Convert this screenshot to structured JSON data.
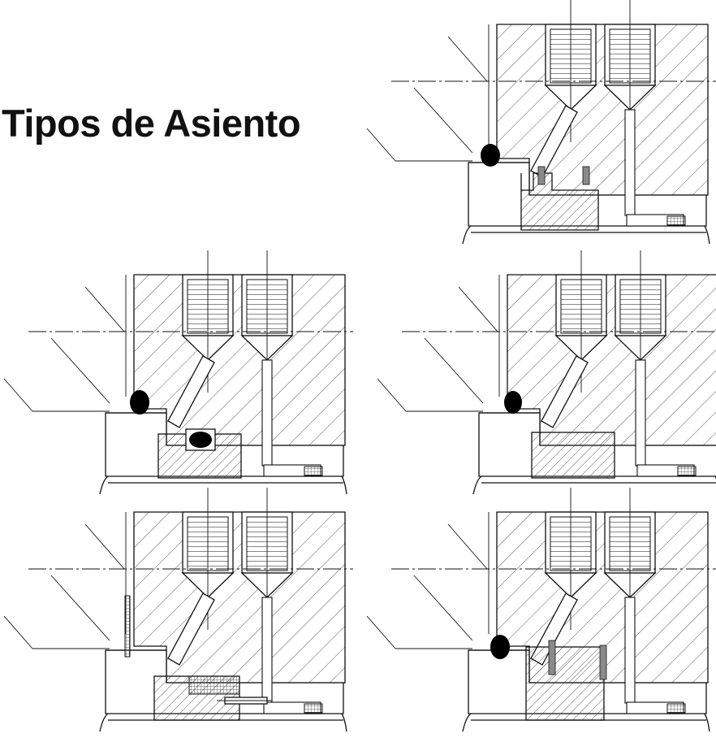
{
  "title": "Tipos de Asiento",
  "panels": [
    {
      "seat": "square-seat-with-groove-and-o-ring",
      "has_cup_ring": true
    },
    {
      "seat": "seat-with-o-ring-insert",
      "has_cup_ring": false
    },
    {
      "seat": "plain-square-seat",
      "has_cup_ring": false
    },
    {
      "seat": "seat-with-mesh-gasket-and-pin",
      "has_cup_ring": false
    },
    {
      "seat": "seat-with-grey-ring-sleeve",
      "has_cup_ring": true
    }
  ]
}
